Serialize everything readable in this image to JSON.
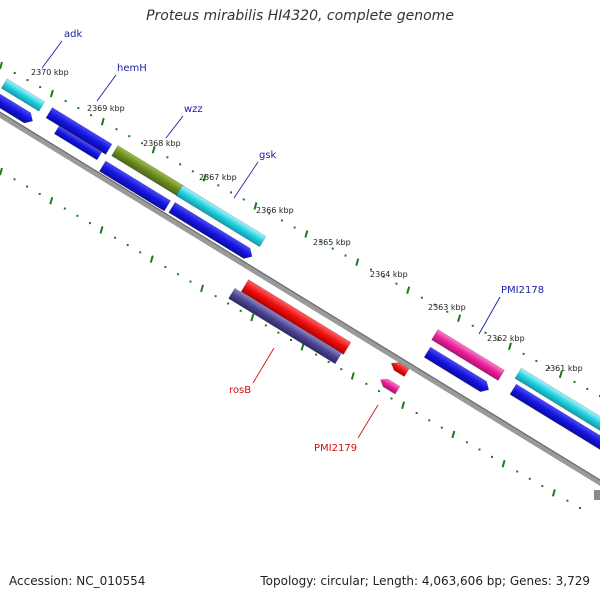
{
  "title": "Proteus mirabilis HI4320, complete genome",
  "footer": {
    "accession": "Accession: NC_010554",
    "summary": "Topology: circular; Length: 4,063,606 bp; Genes: 3,729"
  },
  "map": {
    "kbp_labels": [
      "2370 kbp",
      "2369 kbp",
      "2368 kbp",
      "2367 kbp",
      "2366 kbp",
      "2365 kbp",
      "2364 kbp",
      "2363 kbp",
      "2362 kbp",
      "2361 kbp"
    ],
    "gene_labels": [
      "adk",
      "hemH",
      "wzz",
      "gsk",
      "PMI2178",
      "rosB",
      "PMI2179"
    ],
    "colors": {
      "cyan": "#22d0e0",
      "blue": "#1515e0",
      "olive": "#6b8a22",
      "magenta": "#e8209a",
      "red": "#ee1010",
      "slate": "#4a4490",
      "tick": "#1b7a1b",
      "backbone": "#9a9a9a",
      "label_blue": "#1a1aaa",
      "label_red": "#cc1111"
    }
  }
}
